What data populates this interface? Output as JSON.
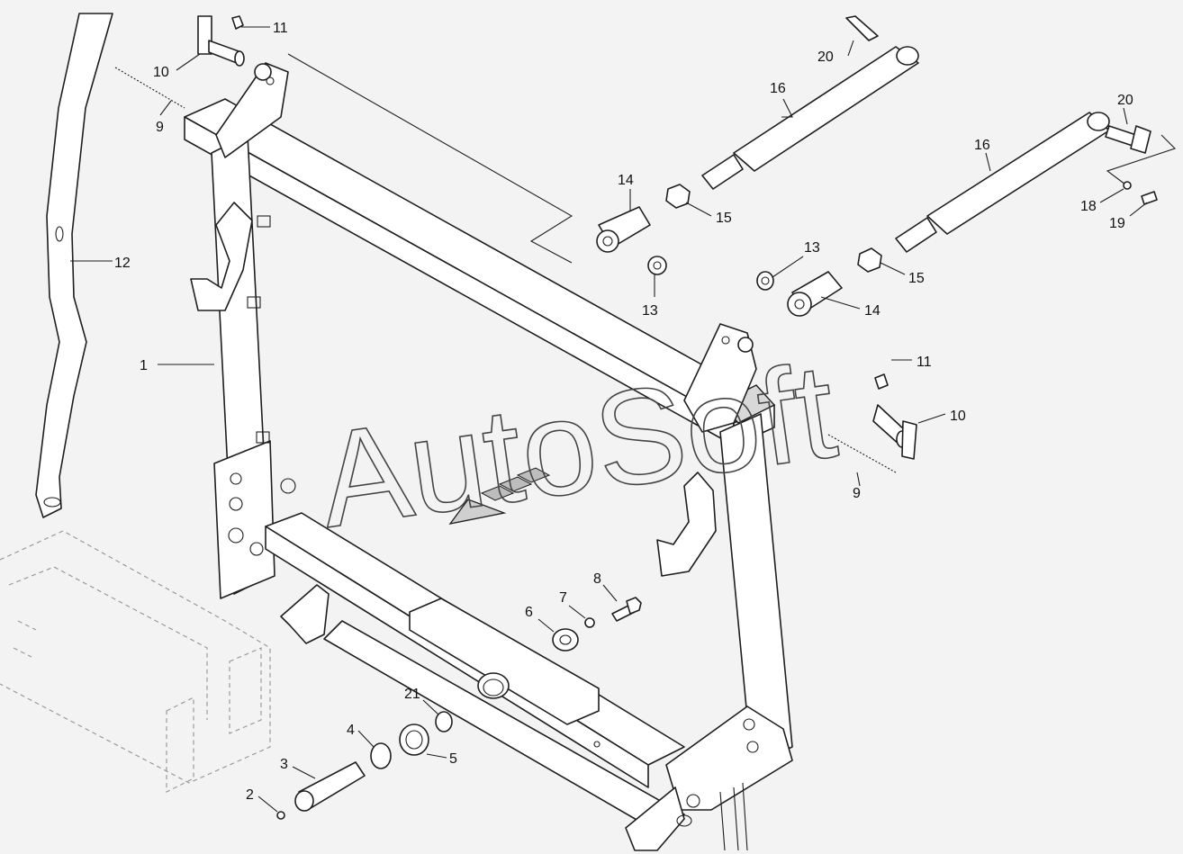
{
  "watermark": "AutoSoft",
  "callouts": [
    {
      "id": "c11a",
      "label": "11"
    },
    {
      "id": "c10a",
      "label": "10"
    },
    {
      "id": "c9a",
      "label": "9"
    },
    {
      "id": "c12",
      "label": "12"
    },
    {
      "id": "c1",
      "label": "1"
    },
    {
      "id": "c20a",
      "label": "20"
    },
    {
      "id": "c16a",
      "label": "16"
    },
    {
      "id": "c14a",
      "label": "14"
    },
    {
      "id": "c15a",
      "label": "15"
    },
    {
      "id": "c13a",
      "label": "13"
    },
    {
      "id": "c20b",
      "label": "20"
    },
    {
      "id": "c16b",
      "label": "16"
    },
    {
      "id": "c18",
      "label": "18"
    },
    {
      "id": "c19",
      "label": "19"
    },
    {
      "id": "c13b",
      "label": "13"
    },
    {
      "id": "c15b",
      "label": "15"
    },
    {
      "id": "c14b",
      "label": "14"
    },
    {
      "id": "c11b",
      "label": "11"
    },
    {
      "id": "c10b",
      "label": "10"
    },
    {
      "id": "c9b",
      "label": "9"
    },
    {
      "id": "c8",
      "label": "8"
    },
    {
      "id": "c7",
      "label": "7"
    },
    {
      "id": "c6",
      "label": "6"
    },
    {
      "id": "c21",
      "label": "21"
    },
    {
      "id": "c4",
      "label": "4"
    },
    {
      "id": "c5",
      "label": "5"
    },
    {
      "id": "c3",
      "label": "3"
    },
    {
      "id": "c2",
      "label": "2"
    }
  ],
  "colors": {
    "line": "#1e1e1e",
    "background": "#f3f3f3",
    "ghost": "#9a9a9a"
  }
}
